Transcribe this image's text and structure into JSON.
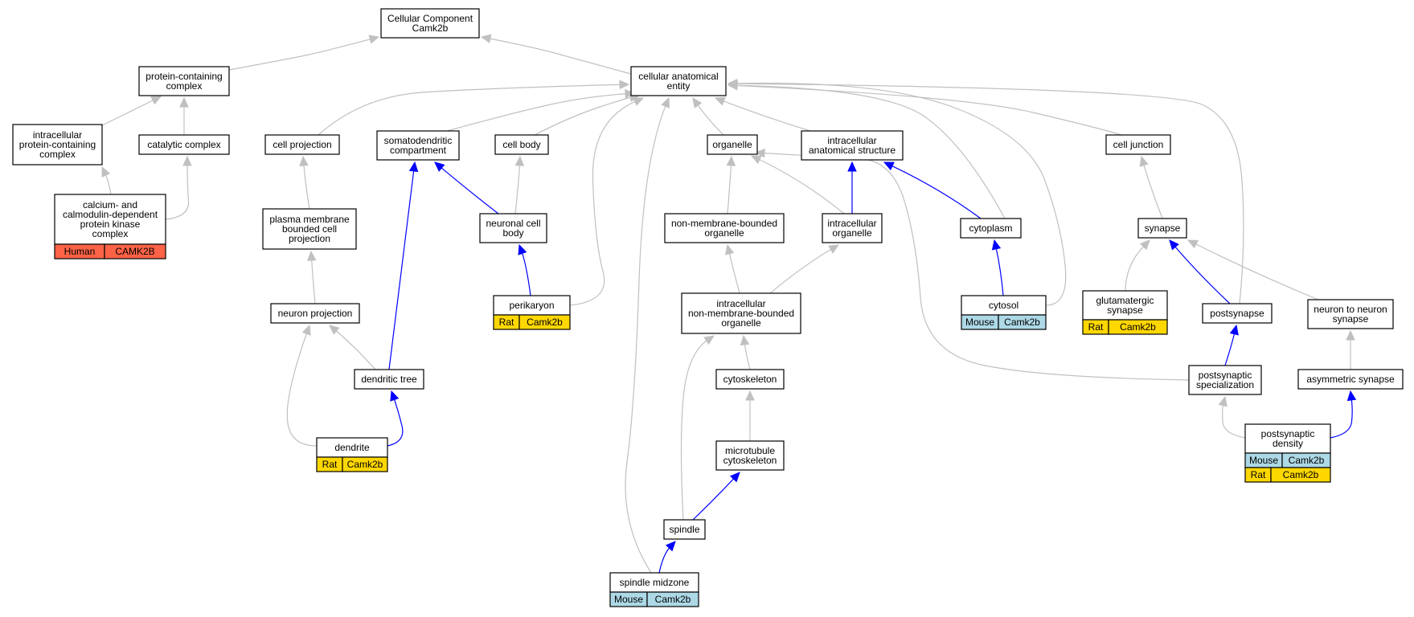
{
  "colors": {
    "is_a_edge": "#c0c0c0",
    "part_of_edge": "#0000ff",
    "human": "#ff6347",
    "rat": "#ffd700",
    "mouse": "#add8e6"
  },
  "nodes": {
    "root": {
      "lines": [
        "Cellular Component",
        "Camk2b"
      ]
    },
    "protein_containing_complex": {
      "lines": [
        "protein-containing",
        "complex"
      ]
    },
    "cellular_anatomical_entity": {
      "lines": [
        "cellular anatomical",
        "entity"
      ]
    },
    "intracellular_pcc": {
      "lines": [
        "intracellular",
        "protein-containing",
        "complex"
      ]
    },
    "catalytic_complex": {
      "lines": [
        "catalytic complex"
      ]
    },
    "camk_complex": {
      "lines": [
        "calcium- and",
        "calmodulin-dependent",
        "protein kinase",
        "complex"
      ],
      "annotations": [
        [
          "Human",
          "CAMK2B"
        ]
      ]
    },
    "cell_projection": {
      "lines": [
        "cell projection"
      ]
    },
    "somatodendritic": {
      "lines": [
        "somatodendritic",
        "compartment"
      ]
    },
    "cell_body": {
      "lines": [
        "cell body"
      ]
    },
    "organelle": {
      "lines": [
        "organelle"
      ]
    },
    "intracellular_anat": {
      "lines": [
        "intracellular",
        "anatomical structure"
      ]
    },
    "cell_junction": {
      "lines": [
        "cell junction"
      ]
    },
    "plasma_membrane_proj": {
      "lines": [
        "plasma membrane",
        "bounded cell",
        "projection"
      ]
    },
    "neuronal_cell_body": {
      "lines": [
        "neuronal cell",
        "body"
      ]
    },
    "non_membrane_organelle": {
      "lines": [
        "non-membrane-bounded",
        "organelle"
      ]
    },
    "intracellular_organelle": {
      "lines": [
        "intracellular",
        "organelle"
      ]
    },
    "cytoplasm": {
      "lines": [
        "cytoplasm"
      ]
    },
    "synapse": {
      "lines": [
        "synapse"
      ]
    },
    "perikaryon": {
      "lines": [
        "perikaryon"
      ],
      "annotations": [
        [
          "Rat",
          "Camk2b"
        ]
      ]
    },
    "intra_non_membrane": {
      "lines": [
        "intracellular",
        "non-membrane-bounded",
        "organelle"
      ]
    },
    "cytosol": {
      "lines": [
        "cytosol"
      ],
      "annotations": [
        [
          "Mouse",
          "Camk2b"
        ]
      ]
    },
    "glutamatergic": {
      "lines": [
        "glutamatergic",
        "synapse"
      ],
      "annotations": [
        [
          "Rat",
          "Camk2b"
        ]
      ]
    },
    "postsynapse": {
      "lines": [
        "postsynapse"
      ]
    },
    "neuron_to_neuron": {
      "lines": [
        "neuron to neuron",
        "synapse"
      ]
    },
    "neuron_projection": {
      "lines": [
        "neuron projection"
      ]
    },
    "dendritic_tree": {
      "lines": [
        "dendritic tree"
      ]
    },
    "cytoskeleton": {
      "lines": [
        "cytoskeleton"
      ]
    },
    "postsynaptic_spec": {
      "lines": [
        "postsynaptic",
        "specialization"
      ]
    },
    "asymmetric_synapse": {
      "lines": [
        "asymmetric synapse"
      ]
    },
    "dendrite": {
      "lines": [
        "dendrite"
      ],
      "annotations": [
        [
          "Rat",
          "Camk2b"
        ]
      ]
    },
    "microtubule_cytoskeleton": {
      "lines": [
        "microtubule",
        "cytoskeleton"
      ]
    },
    "postsynaptic_density": {
      "lines": [
        "postsynaptic",
        "density"
      ],
      "annotations": [
        [
          "Mouse",
          "Camk2b"
        ],
        [
          "Rat",
          "Camk2b"
        ]
      ]
    },
    "spindle": {
      "lines": [
        "spindle"
      ]
    },
    "spindle_midzone": {
      "lines": [
        "spindle midzone"
      ],
      "annotations": [
        [
          "Mouse",
          "Camk2b"
        ]
      ]
    }
  },
  "edges": [
    {
      "from": "protein_containing_complex",
      "to": "root",
      "type": "is_a"
    },
    {
      "from": "cellular_anatomical_entity",
      "to": "root",
      "type": "is_a"
    },
    {
      "from": "intracellular_pcc",
      "to": "protein_containing_complex",
      "type": "is_a"
    },
    {
      "from": "catalytic_complex",
      "to": "protein_containing_complex",
      "type": "is_a"
    },
    {
      "from": "camk_complex",
      "to": "intracellular_pcc",
      "type": "is_a"
    },
    {
      "from": "camk_complex",
      "to": "catalytic_complex",
      "type": "is_a"
    },
    {
      "from": "cell_projection",
      "to": "cellular_anatomical_entity",
      "type": "is_a"
    },
    {
      "from": "somatodendritic",
      "to": "cellular_anatomical_entity",
      "type": "is_a"
    },
    {
      "from": "cell_body",
      "to": "cellular_anatomical_entity",
      "type": "is_a"
    },
    {
      "from": "organelle",
      "to": "cellular_anatomical_entity",
      "type": "is_a"
    },
    {
      "from": "intracellular_anat",
      "to": "cellular_anatomical_entity",
      "type": "is_a"
    },
    {
      "from": "cell_junction",
      "to": "cellular_anatomical_entity",
      "type": "is_a"
    },
    {
      "from": "perikaryon",
      "to": "cellular_anatomical_entity",
      "type": "is_a"
    },
    {
      "from": "spindle_midzone",
      "to": "cellular_anatomical_entity",
      "type": "is_a"
    },
    {
      "from": "cytoplasm",
      "to": "cellular_anatomical_entity",
      "type": "is_a"
    },
    {
      "from": "cytosol",
      "to": "cellular_anatomical_entity",
      "type": "is_a"
    },
    {
      "from": "postsynapse",
      "to": "cellular_anatomical_entity",
      "type": "is_a"
    },
    {
      "from": "plasma_membrane_proj",
      "to": "cell_projection",
      "type": "is_a"
    },
    {
      "from": "neuronal_cell_body",
      "to": "cell_body",
      "type": "is_a"
    },
    {
      "from": "neuronal_cell_body",
      "to": "somatodendritic",
      "type": "part_of"
    },
    {
      "from": "non_membrane_organelle",
      "to": "organelle",
      "type": "is_a"
    },
    {
      "from": "intracellular_organelle",
      "to": "organelle",
      "type": "is_a"
    },
    {
      "from": "intracellular_organelle",
      "to": "intracellular_anat",
      "type": "part_of"
    },
    {
      "from": "cytoplasm",
      "to": "intracellular_anat",
      "type": "part_of"
    },
    {
      "from": "postsynaptic_spec",
      "to": "organelle",
      "type": "is_a"
    },
    {
      "from": "synapse",
      "to": "cell_junction",
      "type": "is_a"
    },
    {
      "from": "perikaryon",
      "to": "neuronal_cell_body",
      "type": "part_of"
    },
    {
      "from": "intra_non_membrane",
      "to": "non_membrane_organelle",
      "type": "is_a"
    },
    {
      "from": "intra_non_membrane",
      "to": "intracellular_organelle",
      "type": "is_a"
    },
    {
      "from": "cytosol",
      "to": "cytoplasm",
      "type": "part_of"
    },
    {
      "from": "glutamatergic",
      "to": "synapse",
      "type": "is_a"
    },
    {
      "from": "postsynapse",
      "to": "synapse",
      "type": "part_of"
    },
    {
      "from": "neuron_to_neuron",
      "to": "synapse",
      "type": "is_a"
    },
    {
      "from": "neuron_projection",
      "to": "plasma_membrane_proj",
      "type": "is_a"
    },
    {
      "from": "dendritic_tree",
      "to": "neuron_projection",
      "type": "is_a"
    },
    {
      "from": "dendritic_tree",
      "to": "somatodendritic",
      "type": "part_of"
    },
    {
      "from": "cytoskeleton",
      "to": "intra_non_membrane",
      "type": "is_a"
    },
    {
      "from": "spindle",
      "to": "intra_non_membrane",
      "type": "is_a"
    },
    {
      "from": "postsynaptic_spec",
      "to": "postsynapse",
      "type": "part_of"
    },
    {
      "from": "asymmetric_synapse",
      "to": "neuron_to_neuron",
      "type": "is_a"
    },
    {
      "from": "dendrite",
      "to": "neuron_projection",
      "type": "is_a"
    },
    {
      "from": "dendrite",
      "to": "dendritic_tree",
      "type": "part_of"
    },
    {
      "from": "microtubule_cytoskeleton",
      "to": "cytoskeleton",
      "type": "is_a"
    },
    {
      "from": "postsynaptic_density",
      "to": "postsynaptic_spec",
      "type": "is_a"
    },
    {
      "from": "postsynaptic_density",
      "to": "asymmetric_synapse",
      "type": "part_of"
    },
    {
      "from": "spindle",
      "to": "microtubule_cytoskeleton",
      "type": "part_of"
    },
    {
      "from": "spindle_midzone",
      "to": "spindle",
      "type": "part_of"
    }
  ]
}
